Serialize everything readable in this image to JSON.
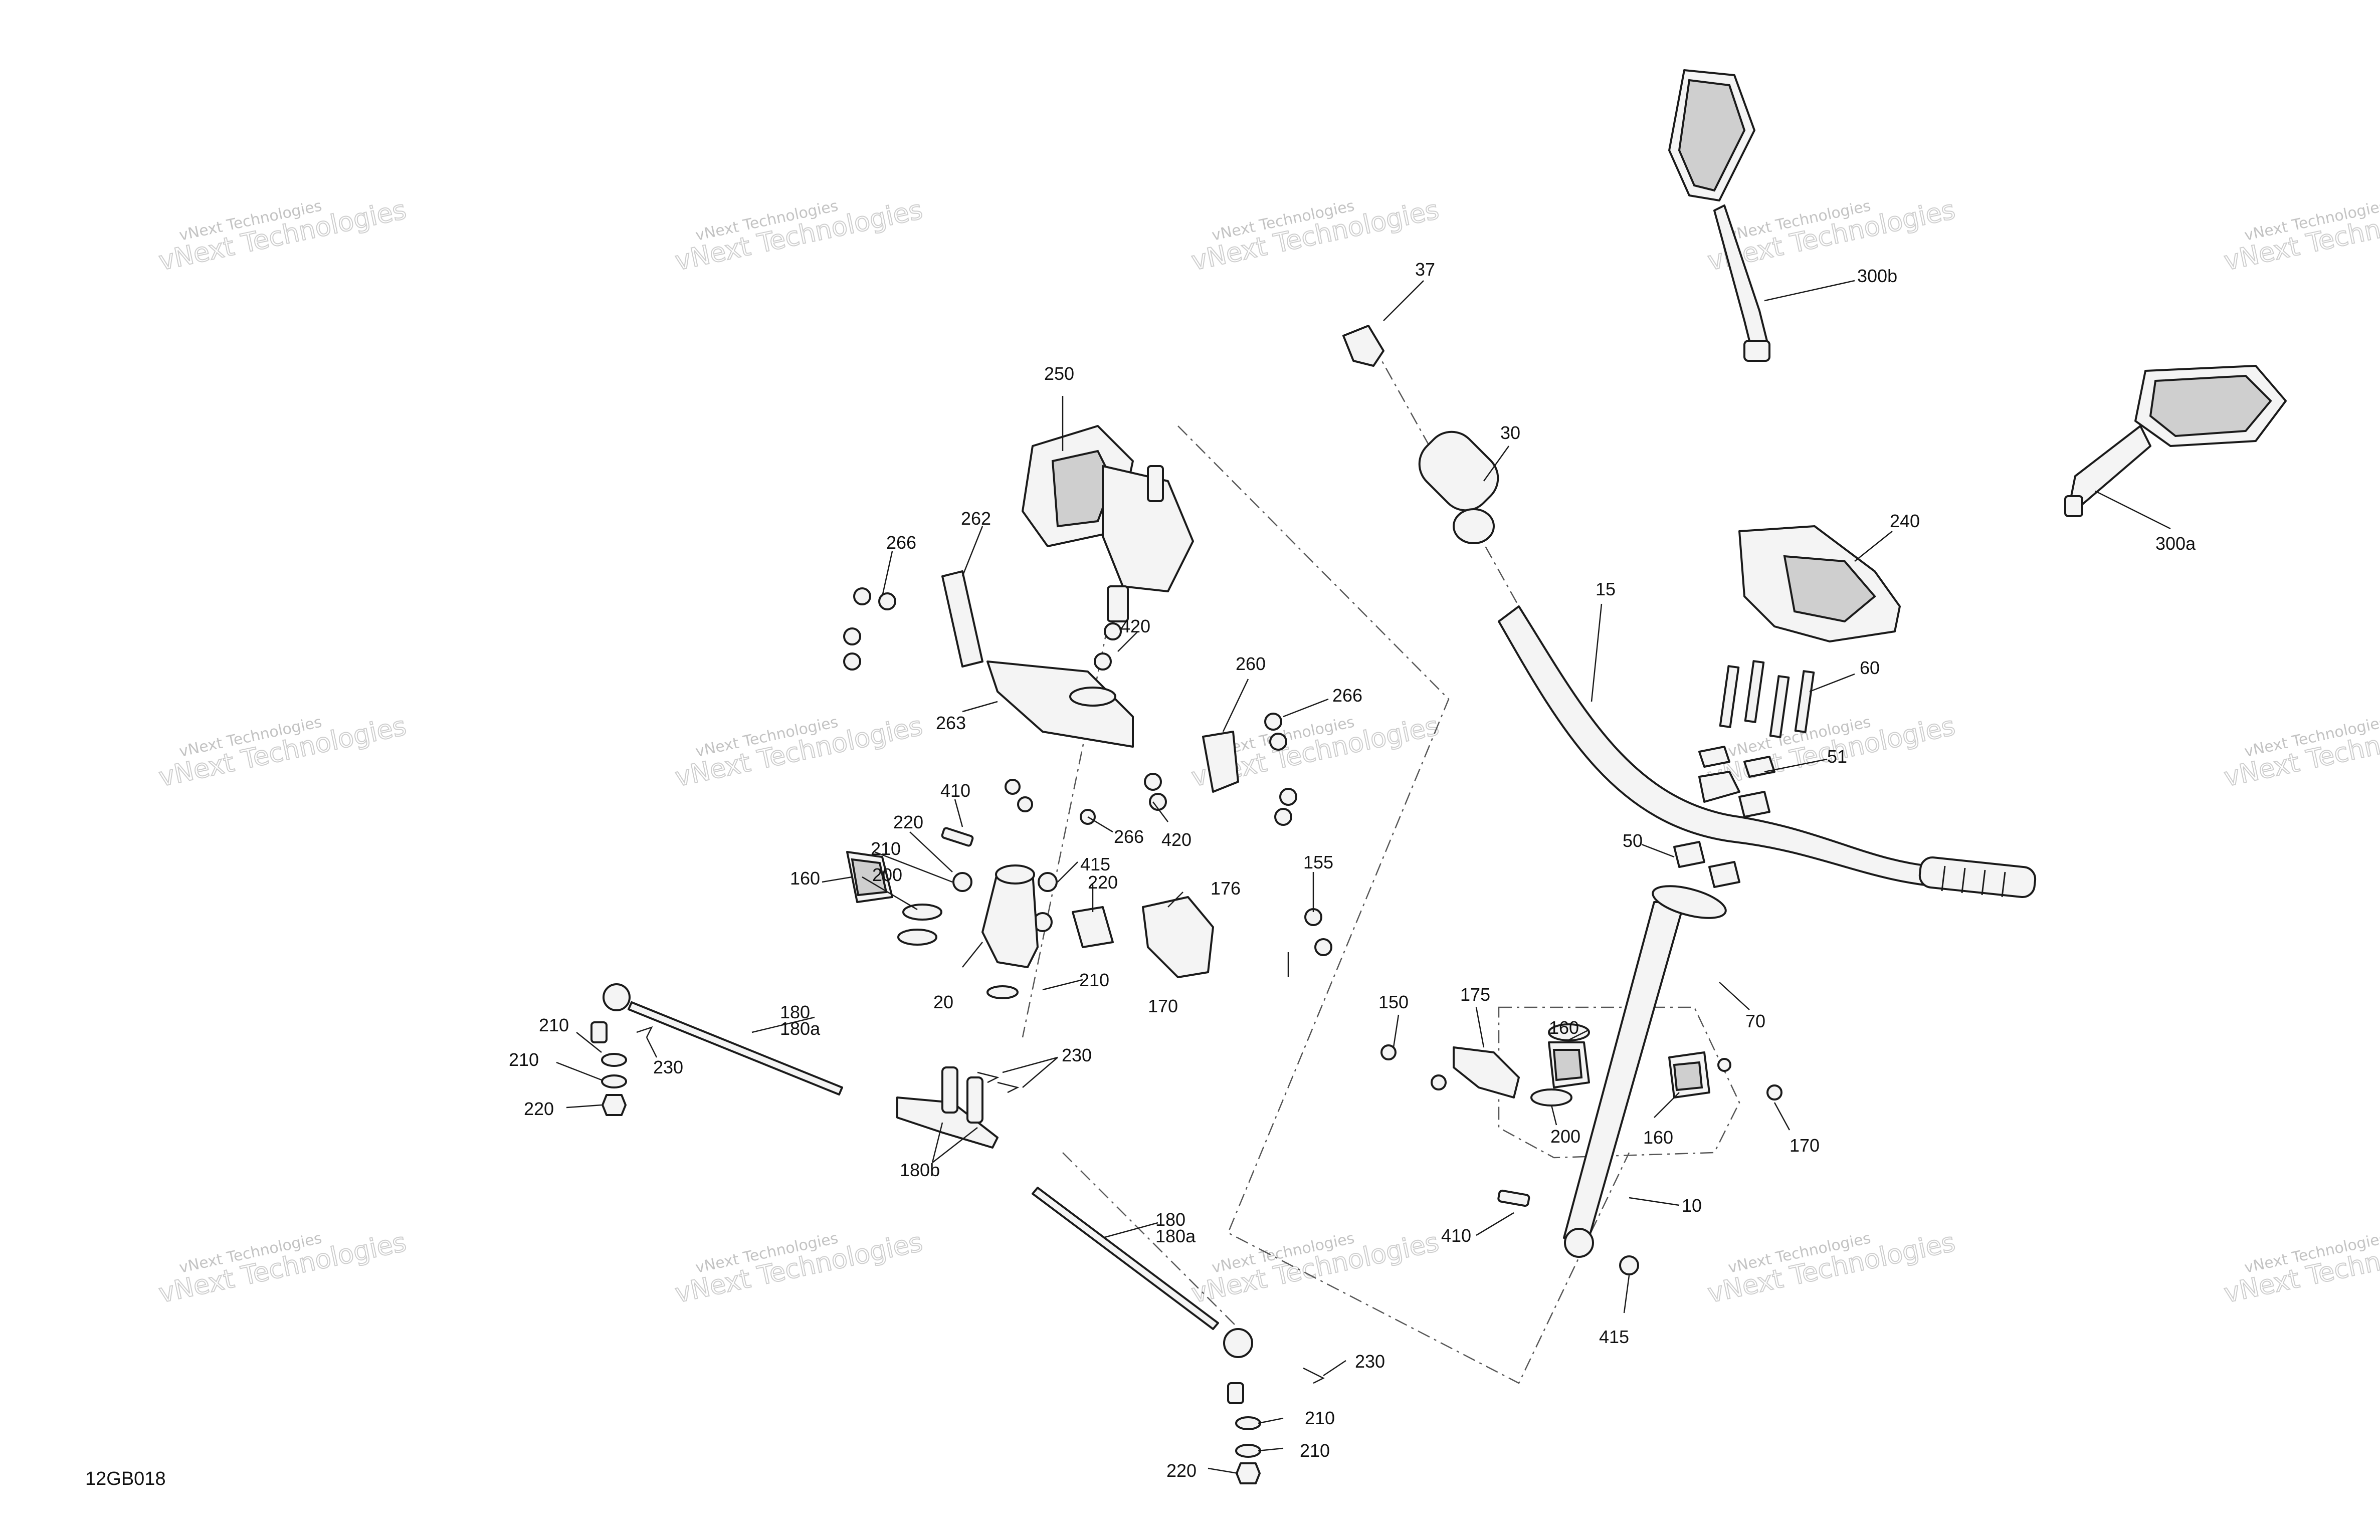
{
  "drawing_code": "12GB018",
  "watermark": {
    "line1": "vNext Technologies",
    "line2": "vNext Technologies"
  },
  "callouts": {
    "c10": "10",
    "c15": "15",
    "c20": "20",
    "c30": "30",
    "c37": "37",
    "c50": "50",
    "c51": "51",
    "c60": "60",
    "c70": "70",
    "c150": "150",
    "c155": "155",
    "c160_left": "160",
    "c160_mid": "160",
    "c160_right": "160",
    "c170_left": "170",
    "c170_right": "170",
    "c175": "175",
    "c176": "176",
    "c180_top": "180",
    "c180a_top": "180a",
    "c180_bottom": "180",
    "c180a_bottom": "180a",
    "c180b": "180b",
    "c200_left": "200",
    "c200_right": "200",
    "c210_a": "210",
    "c210_b": "210",
    "c210_c": "210",
    "c210_d": "210",
    "c210_e": "210",
    "c210_f": "210",
    "c220_a": "220",
    "c220_b": "220",
    "c220_c": "220",
    "c220_d": "220",
    "c230_a": "230",
    "c230_b": "230",
    "c230_c": "230",
    "c240": "240",
    "c250": "250",
    "c260": "260",
    "c262": "262",
    "c263": "263",
    "c266_a": "266",
    "c266_b": "266",
    "c266_c": "266",
    "c300a": "300a",
    "c300b": "300b",
    "c410_left": "410",
    "c410_right": "410",
    "c415_left": "415",
    "c415_right": "415",
    "c420_top": "420",
    "c420_bottom": "420"
  }
}
